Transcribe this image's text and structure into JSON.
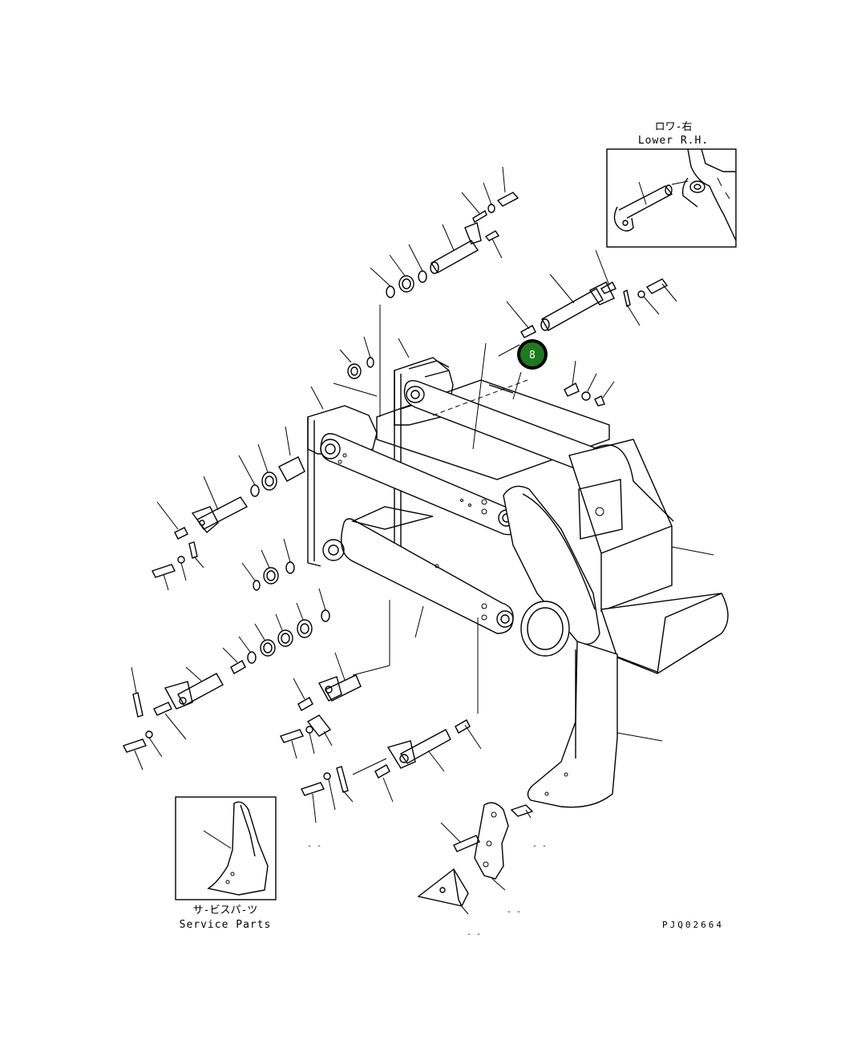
{
  "inset_lower_rh": {
    "label_jp": "ロワ-右",
    "label_en": "Lower R.H."
  },
  "inset_service_parts": {
    "label_jp": "サ-ビスパ-ツ",
    "label_en": "Service Parts"
  },
  "callout_marker": {
    "number": "8",
    "color": "#1e7a1e"
  },
  "drawing_id": "PJQ02664",
  "blank_refs": [
    "- -",
    "- -",
    "- -",
    "- -"
  ]
}
